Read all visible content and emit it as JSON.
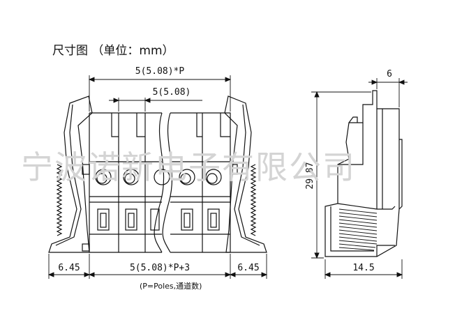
{
  "title": "尺寸图 （单位：mm）",
  "watermark": "宁波诺新电子有限公司",
  "dimensions": {
    "overall_top": "5(5.08)*P",
    "pitch": "5(5.08)",
    "bottom_total": "5(5.08)*P+3",
    "left_offset": "6.45",
    "right_offset": "6.45",
    "side_top": "6",
    "height": "29.87",
    "side_bottom": "14.5"
  },
  "note": "(P=Poles,通道数)",
  "colors": {
    "line": "#111111",
    "watermark": "#d4d4d4"
  }
}
